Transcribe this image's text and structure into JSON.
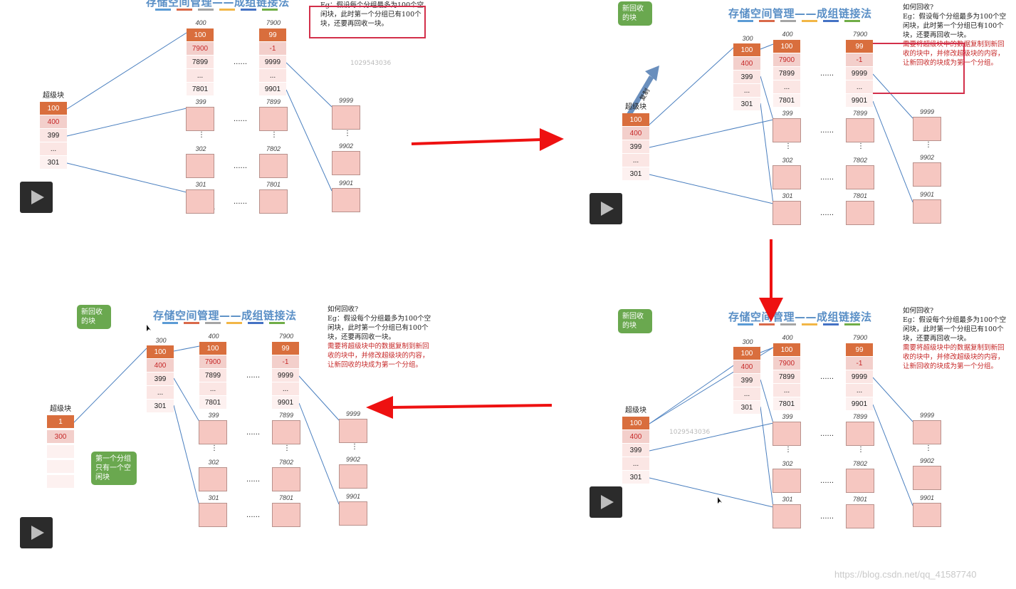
{
  "diagram_title": "存储空间管理——成组链接法",
  "question_label": "如何回收?",
  "example_text": "Eg：假设每个分组最多为100个空闲块，此时第一个分组已有100个块，还要再回收一块。",
  "answer_text": "需要将超级块中的数据复制到新回收的块中，并修改超级块的内容，让新回收的块成为第一个分组。",
  "superblock_label": "超级块",
  "new_block_callout": "新回收的块",
  "first_group_callout": "第一个分组只有一个空闲块",
  "copy_label": "复制",
  "ellipsis": "......",
  "vdots": "⋮",
  "watermark_center": "1029543036",
  "footer_watermark": "https://blog.csdn.net/qq_41587740",
  "superblock_values": [
    "100",
    "400",
    "399",
    "...",
    "301"
  ],
  "superblock_values_after": [
    "1",
    "300"
  ],
  "new_block_number": "300",
  "col1_first_header": "400",
  "col1_first_values": [
    "100",
    "7900",
    "7899",
    "...",
    "7801"
  ],
  "col2_first_header": "7900",
  "col2_first_values": [
    "99",
    "-1",
    "9999",
    "...",
    "9901"
  ],
  "col1_headers": [
    "399",
    "302",
    "301"
  ],
  "col2_headers": [
    "7899",
    "7802",
    "7801"
  ],
  "col3_headers": [
    "9999",
    "9902",
    "9901"
  ],
  "colors": {
    "title_blue": "#5a8fc6",
    "orange_cell": "#d96e3d",
    "pink_block": "#f6c7c1",
    "red_text": "#c62828",
    "callout_green": "#6aa84f",
    "arrow_red": "#ee1111",
    "link_blue": "#4a7fbf",
    "color_bars": [
      "#5b9bd5",
      "#d9694a",
      "#a5a5a5",
      "#f2b646",
      "#4472c4",
      "#70ad47"
    ]
  },
  "icons": [
    "play-icon",
    "arrow-right-icon",
    "arrow-down-icon",
    "arrow-left-icon",
    "mouse-cursor-icon"
  ]
}
